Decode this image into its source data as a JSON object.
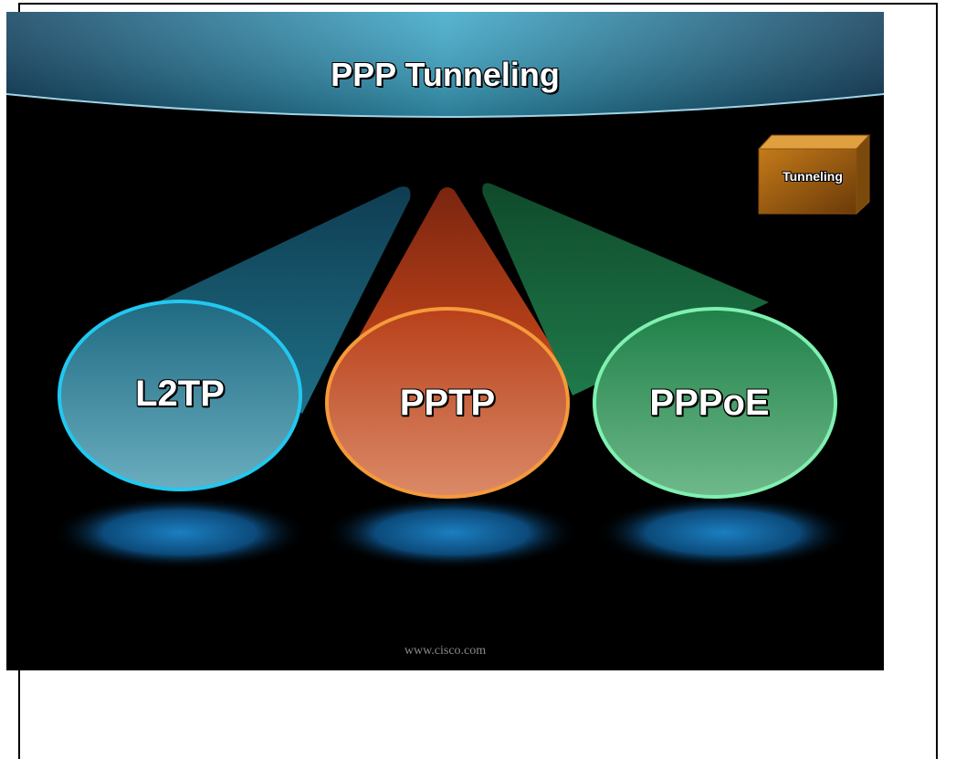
{
  "slide": {
    "title": "PPP Tunneling",
    "badge_label": "Tunneling",
    "footer": "www.cisco.com"
  },
  "protocols": [
    {
      "label": "L2TP",
      "color": "#2f7f93",
      "outline": "#22c8f0"
    },
    {
      "label": "PPTP",
      "color": "#c45a2a",
      "outline": "#f59a3a"
    },
    {
      "label": "PPPoE",
      "color": "#2e8a55",
      "outline": "#7ff0b0"
    }
  ]
}
